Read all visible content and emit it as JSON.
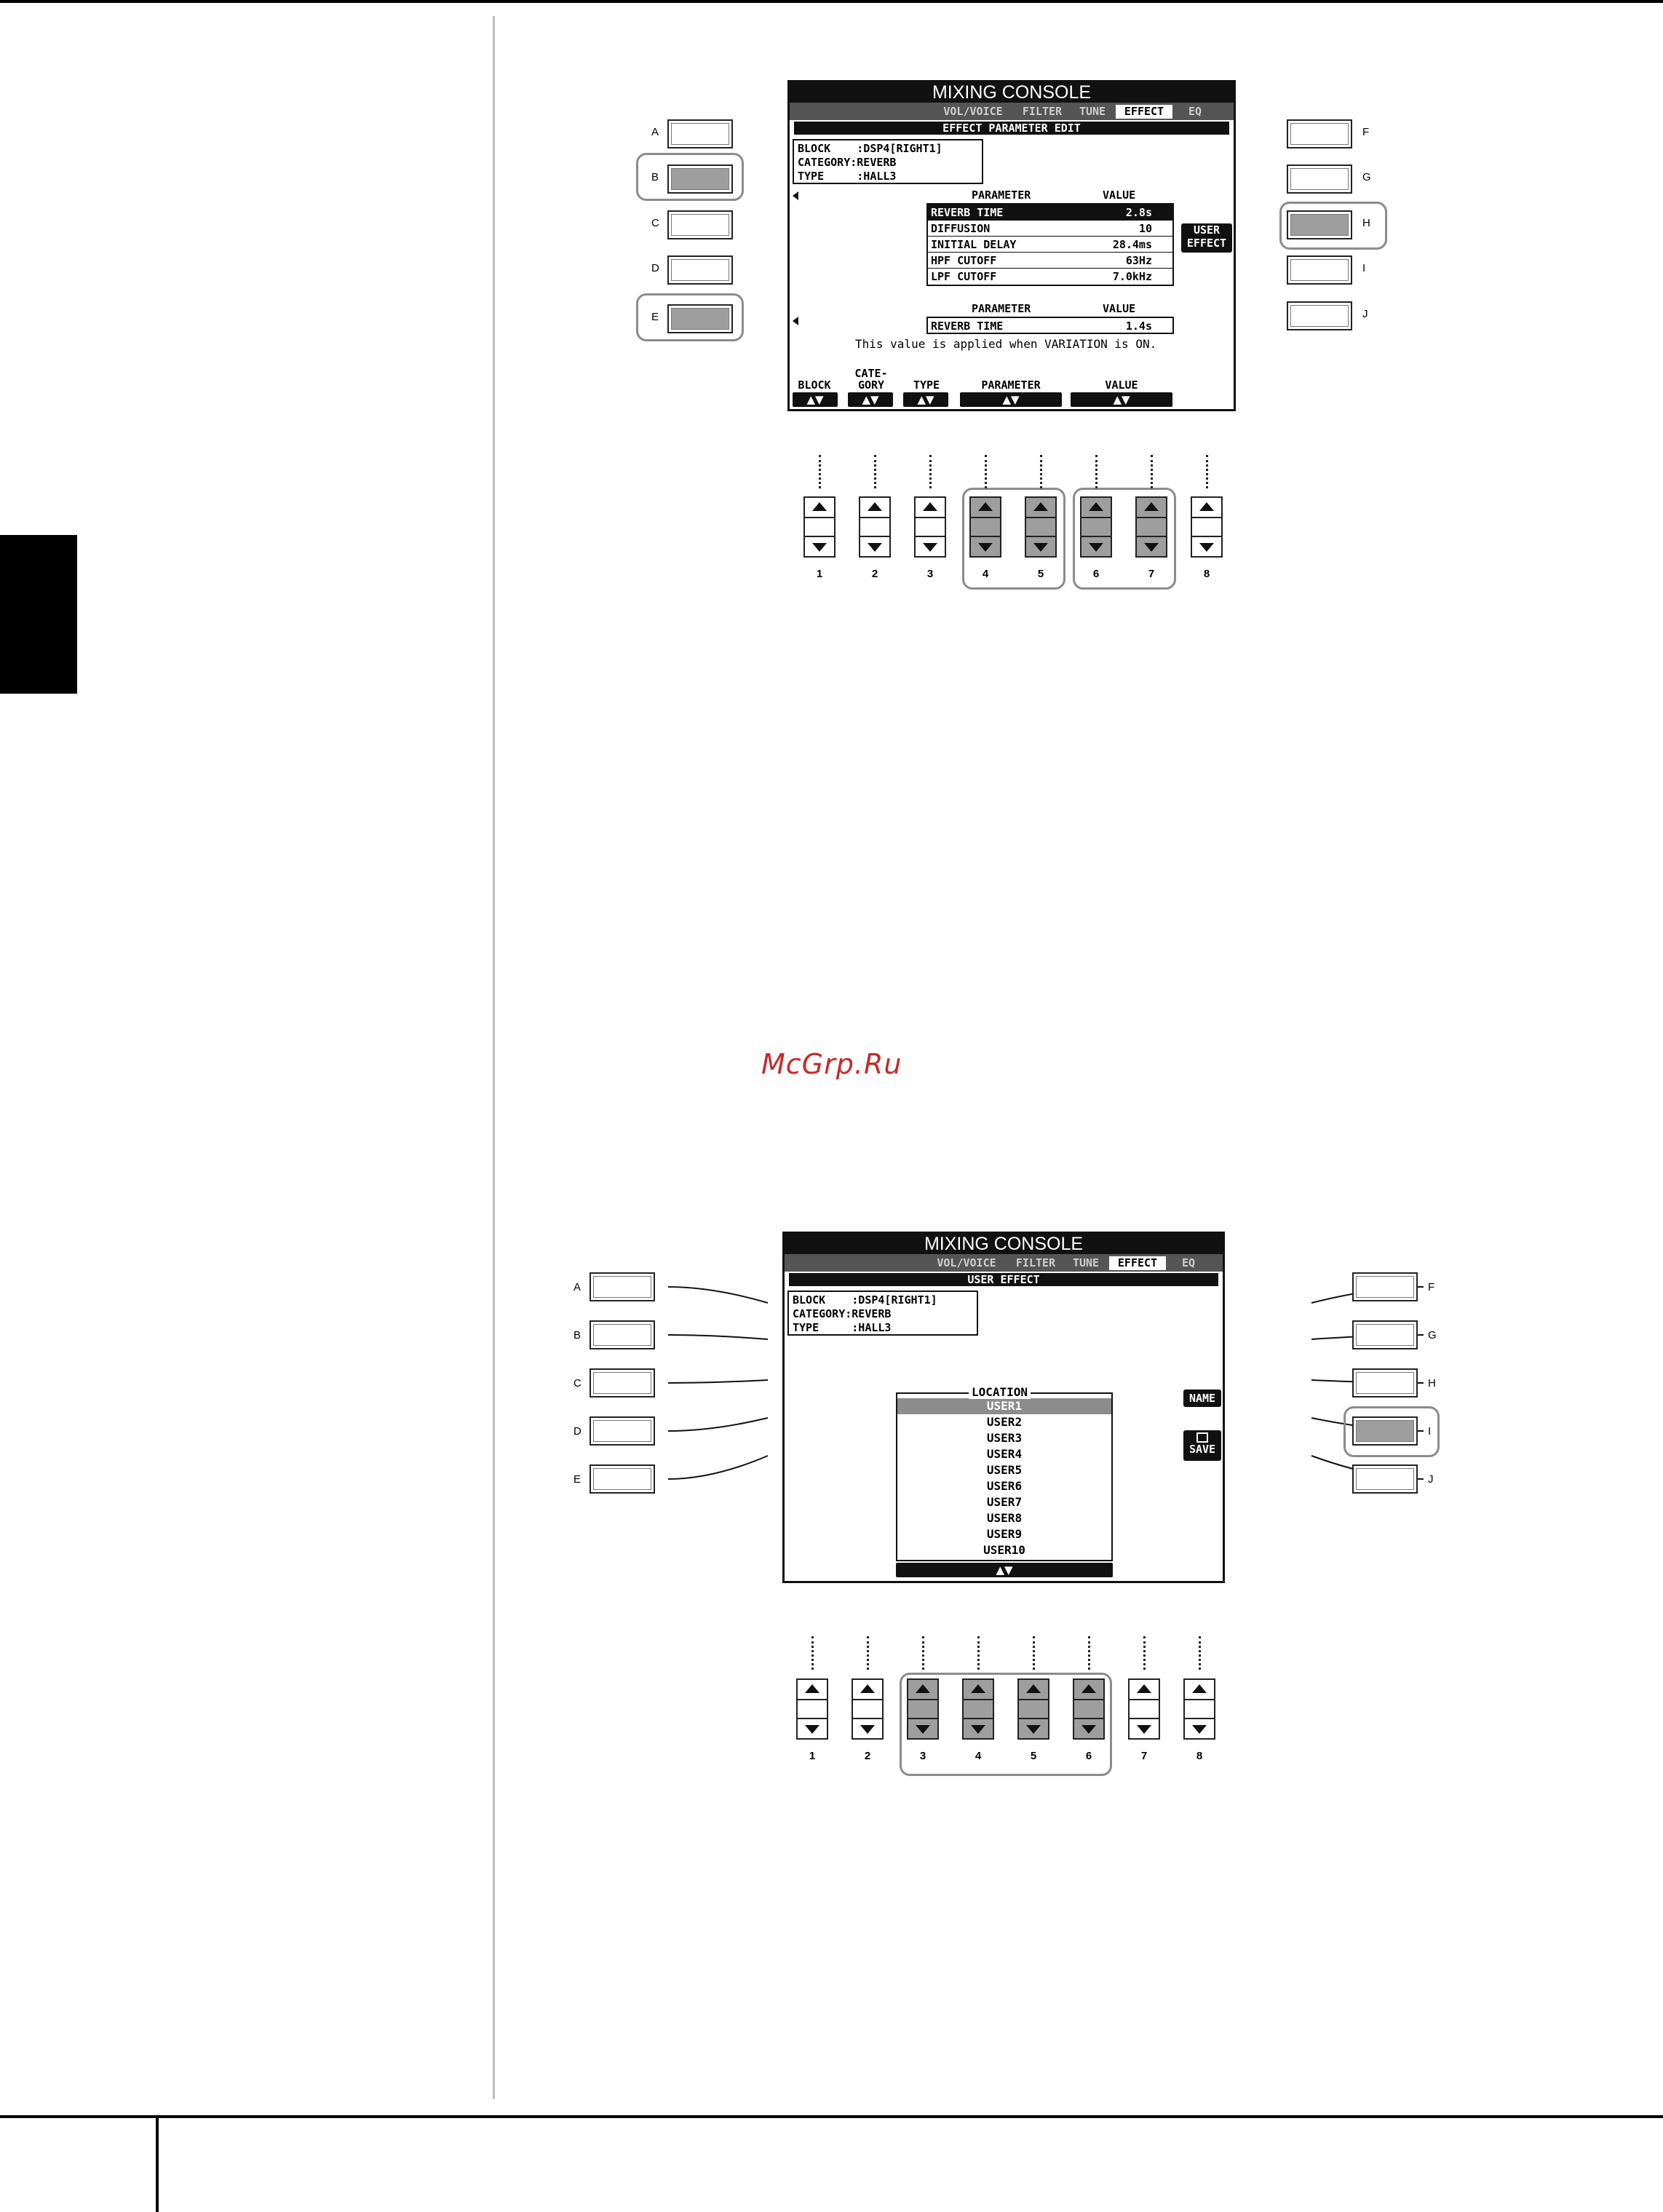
{
  "watermark": "McGrp.Ru",
  "screen1": {
    "title": "MIXING CONSOLE",
    "tabs": [
      "VOL/VOICE",
      "FILTER",
      "TUNE",
      "EFFECT",
      "EQ"
    ],
    "active_tab": "EFFECT",
    "subtitle": "EFFECT PARAMETER EDIT",
    "info": {
      "block": "BLOCK    :DSP4[RIGHT1]",
      "category": "CATEGORY:REVERB",
      "type": "TYPE     :HALL3"
    },
    "table1_header": {
      "param": "PARAMETER",
      "value": "VALUE"
    },
    "table1_rows": [
      {
        "name": "REVERB TIME",
        "value": "2.8s"
      },
      {
        "name": "DIFFUSION",
        "value": "10"
      },
      {
        "name": "INITIAL DELAY",
        "value": "28.4ms"
      },
      {
        "name": "HPF CUTOFF",
        "value": "63Hz"
      },
      {
        "name": "LPF CUTOFF",
        "value": "7.0kHz"
      }
    ],
    "user_effect": "USER EFFECT",
    "table2_header": {
      "param": "PARAMETER",
      "value": "VALUE"
    },
    "table2_rows": [
      {
        "name": "REVERB TIME",
        "value": "1.4s"
      }
    ],
    "note": "This value is applied when VARIATION is ON.",
    "bottom_labels": [
      "BLOCK",
      "CATE-\nGORY",
      "TYPE",
      "PARAMETER",
      "VALUE"
    ],
    "arrows": "▲▼"
  },
  "screen2": {
    "title": "MIXING CONSOLE",
    "tabs": [
      "VOL/VOICE",
      "FILTER",
      "TUNE",
      "EFFECT",
      "EQ"
    ],
    "active_tab": "EFFECT",
    "subtitle": "USER EFFECT",
    "info": {
      "block": "BLOCK    :DSP4[RIGHT1]",
      "category": "CATEGORY:REVERB",
      "type": "TYPE     :HALL3"
    },
    "location_title": "LOCATION",
    "locations": [
      "USER1",
      "USER2",
      "USER3",
      "USER4",
      "USER5",
      "USER6",
      "USER7",
      "USER8",
      "USER9",
      "USER10"
    ],
    "selected_location": "USER1",
    "name_button": "NAME",
    "save_button": "SAVE",
    "arrows": "▲▼"
  },
  "left_buttons": [
    "A",
    "B",
    "C",
    "D",
    "E"
  ],
  "right_buttons": [
    "F",
    "G",
    "H",
    "I",
    "J"
  ],
  "slider_numbers": [
    "1",
    "2",
    "3",
    "4",
    "5",
    "6",
    "7",
    "8"
  ],
  "figure1_active": {
    "left": [
      "B",
      "E"
    ],
    "right": [
      "H"
    ],
    "sliders": [
      "4",
      "5",
      "6",
      "7"
    ]
  },
  "figure2_active": {
    "right": [
      "I"
    ],
    "sliders": [
      "3",
      "4",
      "5",
      "6"
    ]
  }
}
